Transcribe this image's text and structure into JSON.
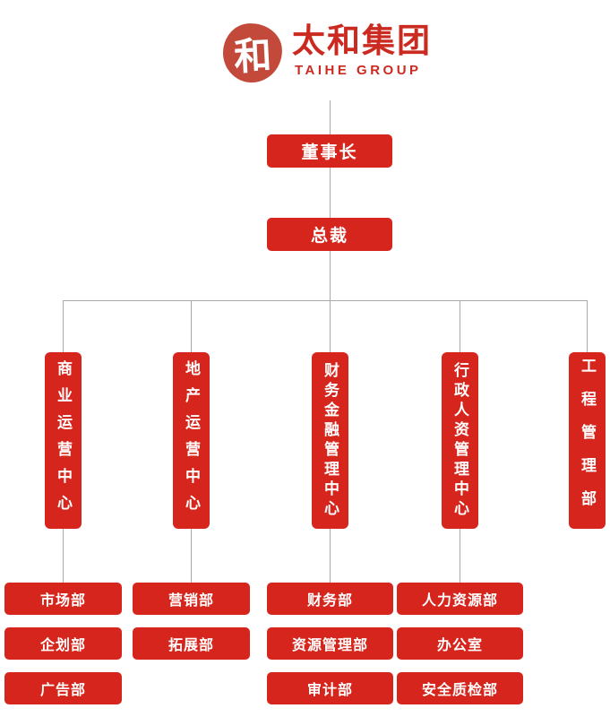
{
  "brand": {
    "seal_char": "和",
    "name_cn": "太和集团",
    "name_en": "TAIHE GROUP"
  },
  "colors": {
    "node_red": "#d6251c",
    "seal_red": "#c3493a",
    "wordmark_red": "#cb2a20",
    "connector_gray": "#aaaaaa"
  },
  "org": {
    "chairman": "董事长",
    "president": "总裁",
    "centers": [
      {
        "label": "商业运营中心",
        "departments": [
          "市场部",
          "企划部",
          "广告部"
        ]
      },
      {
        "label": "地产运营中心",
        "departments": [
          "营销部",
          "拓展部"
        ]
      },
      {
        "label": "财务金融管理中心",
        "departments": [
          "财务部",
          "资源管理部",
          "审计部"
        ]
      },
      {
        "label": "行政人资管理中心",
        "departments": [
          "人力资源部",
          "办公室",
          "安全质检部"
        ]
      },
      {
        "label": "工程管理部",
        "departments": []
      }
    ]
  }
}
